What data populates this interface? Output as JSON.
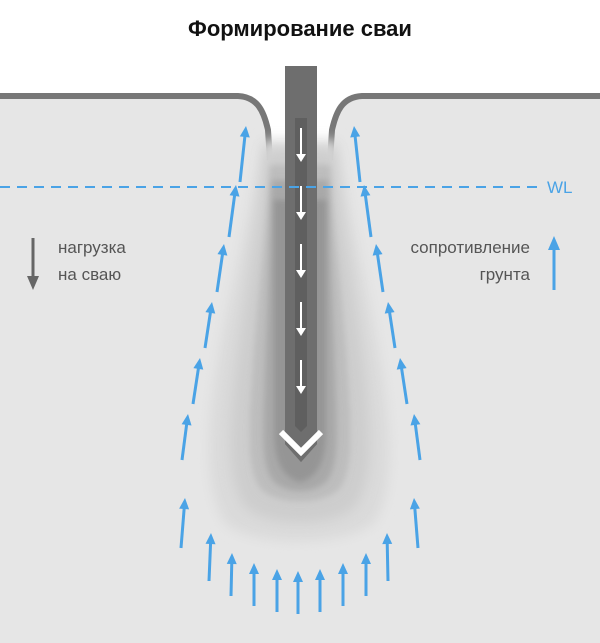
{
  "title": "Формирование сваи",
  "water_level_label": "WL",
  "load_label": {
    "line1": "нагрузка",
    "line2": "на сваю"
  },
  "resistance_label": {
    "line1": "сопротивление",
    "line2": "грунта"
  },
  "colors": {
    "sky": "#ffffff",
    "soil": "#e6e6e6",
    "soil_border": "#777777",
    "pile": "#6e6e6e",
    "accent_blue": "#4aa3e6",
    "load_arrow": "#666666",
    "inner_arrows": "#ffffff",
    "compaction_zones": [
      "#d9d9d9",
      "#cccccc",
      "#bdbdbd",
      "#a8a8a8",
      "#939393"
    ]
  },
  "icons": {
    "inner_arrows": "arrow-down-icon",
    "resistance_arrows": "arrow-up-icon",
    "load_legend": "arrow-down-icon",
    "resistance_legend": "arrow-up-icon"
  }
}
